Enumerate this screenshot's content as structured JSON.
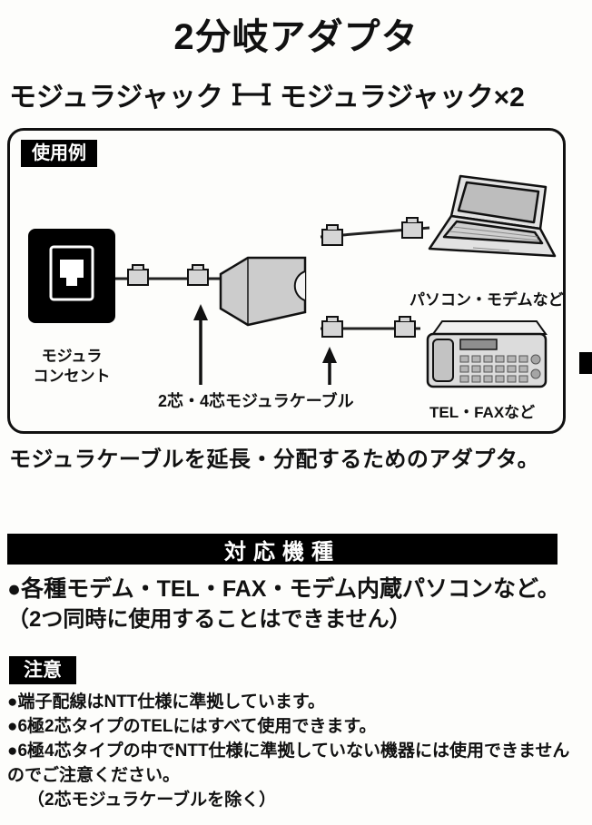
{
  "title": "2分岐アダプタ",
  "subtitle": {
    "left": "モジュラジャック",
    "right": "モジュラジャック×2"
  },
  "diagram": {
    "badge": "使用例",
    "outlet_label_1": "モジュラ",
    "outlet_label_2": "コンセント",
    "cable_label": "2芯・4芯モジュラケーブル",
    "pc_label": "パソコン・モデムなど",
    "tel_label": "TEL・FAXなど"
  },
  "caption": "モジュラケーブルを延長・分配するためのアダプタ。",
  "compat": {
    "header": "対応機種",
    "line1": "●各種モデム・TEL・FAX・モデム内蔵パソコンなど。",
    "line2": "（2つ同時に使用することはできません）"
  },
  "notice": {
    "badge": "注意",
    "items": [
      "●端子配線はNTT仕様に準拠しています。",
      "●6極2芯タイプのTELにはすべて使用できます。",
      "●6極4芯タイプの中でNTT仕様に準拠していない機器には使用できませんのでご注意ください。",
      "（2芯モジュラケーブルを除く）"
    ]
  },
  "colors": {
    "ink": "#111111",
    "paper": "#fdfdfb",
    "device_gray": "#d6d6d6"
  }
}
